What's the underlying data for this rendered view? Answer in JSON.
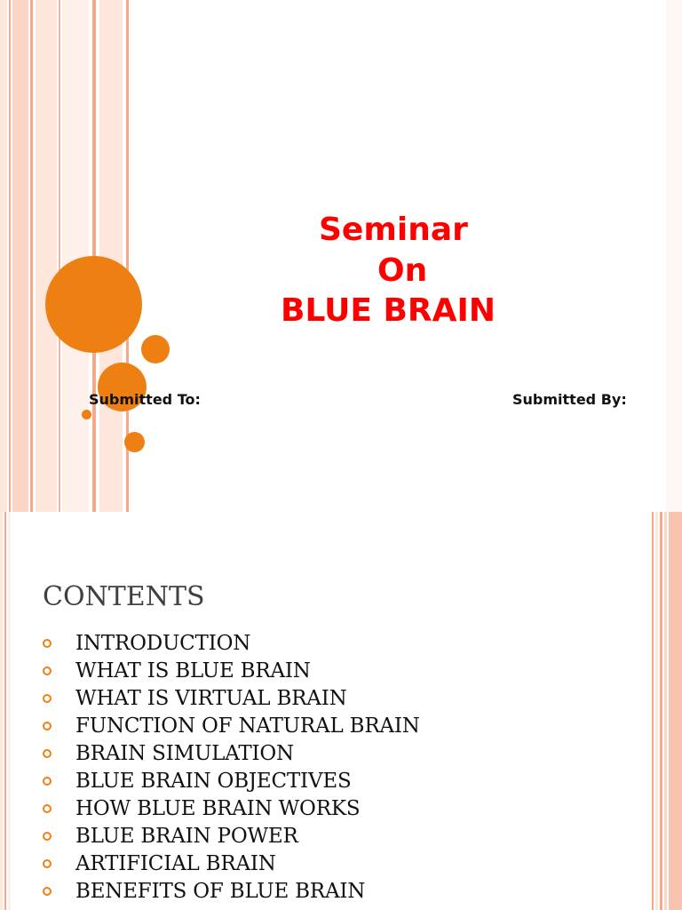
{
  "slide1": {
    "title_lines": [
      "Seminar",
      "On",
      "BLUE BRAIN"
    ],
    "submitted_to_label": "Submitted To:",
    "submitted_by_label": "Submitted By:"
  },
  "slide2": {
    "heading": "CONTENTS",
    "items": [
      "INTRODUCTION",
      "WHAT IS BLUE BRAIN",
      "WHAT IS VIRTUAL BRAIN",
      "FUNCTION OF NATURAL BRAIN",
      "BRAIN SIMULATION",
      "BLUE BRAIN OBJECTIVES",
      "HOW BLUE BRAIN WORKS",
      "BLUE BRAIN POWER",
      "ARTIFICIAL BRAIN",
      "BENEFITS OF BLUE BRAIN"
    ]
  },
  "colors": {
    "accent_orange": "#ee8013",
    "title_red": "#ff0000",
    "stripe_peach": "#fbd5c5",
    "stripe_salmon": "#f6a989"
  }
}
